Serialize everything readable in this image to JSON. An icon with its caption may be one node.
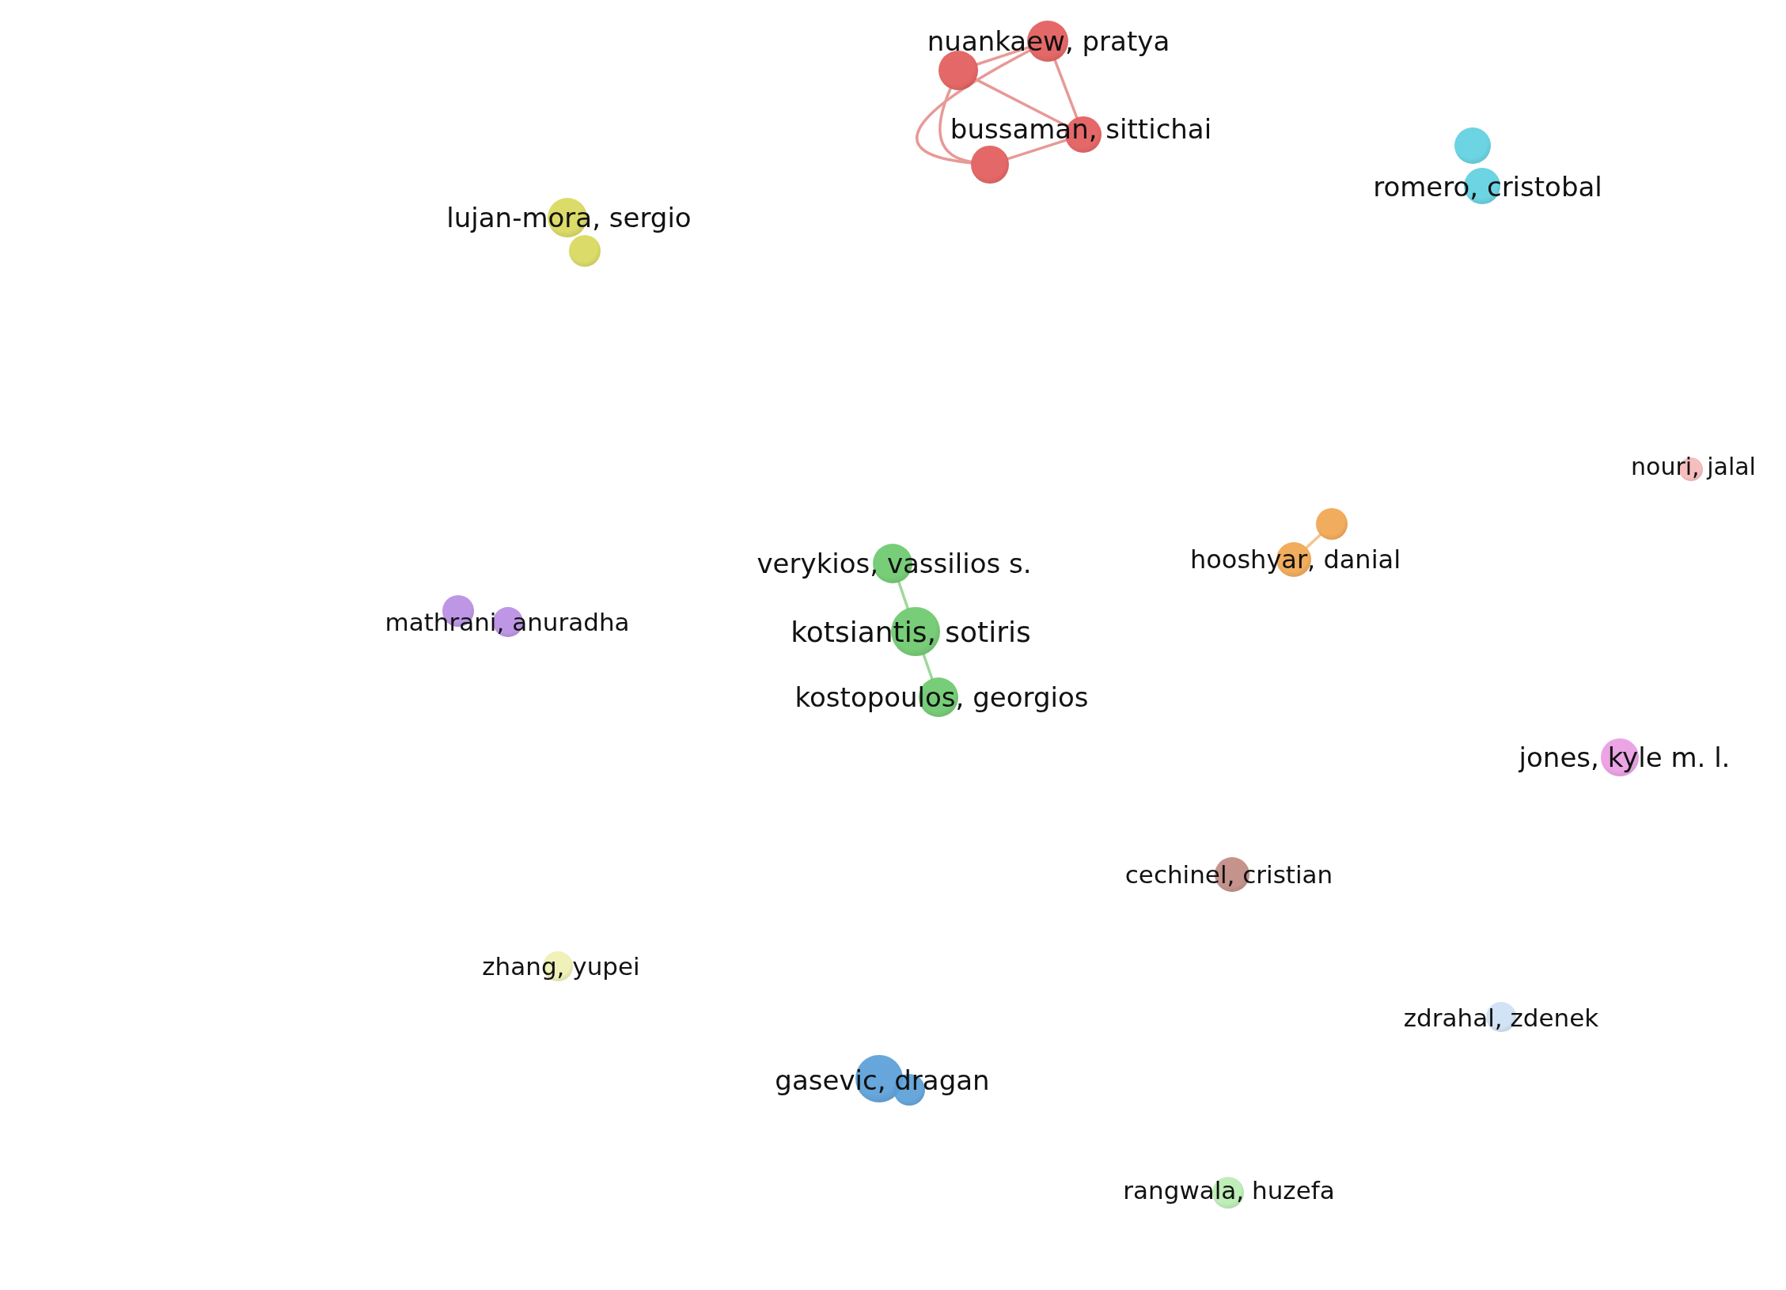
{
  "diagram": {
    "nodes": [
      {
        "text": [
          "nuankaew, pratya"
        ]
      },
      {
        "text": [],
        "shape": "circle"
      },
      {
        "text": [
          "bussaman, sittichai"
        ]
      },
      {
        "text": [],
        "shape": "circle"
      },
      {
        "text": [],
        "shape": "circle"
      },
      {
        "text": [
          "romero, cristobal"
        ]
      },
      {
        "text": [
          "lujan-mora, sergio"
        ]
      },
      {
        "text": [],
        "shape": "circle"
      },
      {
        "text": [
          "nouri, jalal"
        ]
      },
      {
        "text": [],
        "shape": "circle"
      },
      {
        "text": [
          "hooshyar, danial"
        ]
      },
      {
        "text": [
          "verykios, vassilios s."
        ]
      },
      {
        "text": [],
        "shape": "circle"
      },
      {
        "text": [
          "mathrani, anuradha"
        ]
      },
      {
        "text": [
          "kotsiantis, sotiris"
        ]
      },
      {
        "text": [
          "kostopoulos, georgios"
        ]
      },
      {
        "text": [
          "jones, kyle m. l."
        ]
      },
      {
        "text": [
          "cechinel, cristian"
        ]
      },
      {
        "text": [
          "zhang, yupei"
        ]
      },
      {
        "text": [
          "zdrahal, zdenek"
        ]
      },
      {
        "text": [
          "gasevic, dragan"
        ]
      },
      {
        "text": [],
        "shape": "circle"
      },
      {
        "text": [
          "rangwala, huzefa"
        ]
      }
    ],
    "edges": [
      {
        "from": 1,
        "to": 0,
        "arrow": "none"
      },
      {
        "from": 1,
        "to": 2,
        "arrow": "none"
      },
      {
        "from": 1,
        "to": 3,
        "arrow": "none"
      },
      {
        "from": 0,
        "to": 2,
        "arrow": "none"
      },
      {
        "from": 0,
        "to": 3,
        "arrow": "none"
      },
      {
        "from": 3,
        "to": 2,
        "arrow": "none"
      },
      {
        "from": 9,
        "to": 10,
        "arrow": "none",
        "color": "#f2c58f"
      },
      {
        "from": 11,
        "to": 14,
        "arrow": "none",
        "color": "#9fd89a"
      },
      {
        "from": 14,
        "to": 15,
        "arrow": "none",
        "color": "#9fd89a"
      }
    ]
  }
}
